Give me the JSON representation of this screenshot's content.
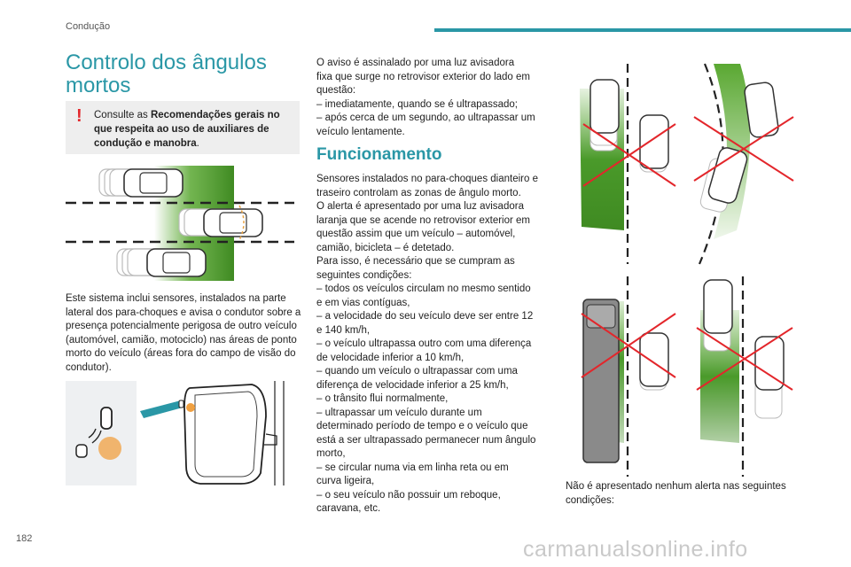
{
  "header": {
    "section": "Condução"
  },
  "page_number": "182",
  "title": "Controlo dos ângulos mortos",
  "note": {
    "prefix": "Consulte as ",
    "bold": "Recomendações gerais no que respeita ao uso de auxiliares de condução e manobra",
    "suffix": "."
  },
  "intro_paragraph": "Este sistema inclui sensores, instalados na parte lateral dos para-choques e avisa o condutor sobre a presença potencialmente perigosa de outro veículo (automóvel, camião, motociclo) nas áreas de ponto morto do veículo (áreas fora do campo de visão do condutor).",
  "warning_lines": [
    "O aviso é assinalado por uma luz avisadora",
    "fixa que surge no retrovisor exterior do lado em",
    "questão:",
    "–  imediatamente, quando se é ultrapassado;",
    "–  após cerca de um segundo, ao ultrapassar um",
    "veículo lentamente."
  ],
  "operation_heading": "Funcionamento",
  "operation_lines": [
    "Sensores instalados no para-choques dianteiro e",
    "traseiro controlam as zonas de ângulo morto.",
    "O alerta é apresentado por uma luz avisadora",
    "laranja que se acende no retrovisor exterior em",
    "questão assim que um veículo – automóvel,",
    "camião, bicicleta – é detetado.",
    "Para isso, é necessário que se cumpram as",
    "seguintes condições:",
    "–  todos os veículos circulam no mesmo sentido",
    "e em vias contíguas,",
    "–  a velocidade do seu veículo deve ser entre 12",
    "e 140 km/h,",
    "–  o veículo ultrapassa outro com uma diferença",
    "de velocidade inferior a 10 km/h,",
    "–  quando um veículo o ultrapassar com uma",
    "diferença de velocidade inferior a 25 km/h,",
    "–  o trânsito flui normalmente,",
    "–  ultrapassar um veículo durante um",
    "determinado período de tempo e o veículo que",
    "está a ser ultrapassado permanecer num ângulo",
    "morto,",
    "–  se circular numa via em linha reta ou em",
    "curva ligeira,",
    "–  o seu veículo não possuir um reboque,",
    "caravana, etc."
  ],
  "no_alert_lines": [
    "Não é apresentado nenhum alerta nas seguintes",
    "condições:"
  ],
  "watermark": "carmanualsonline.info",
  "colors": {
    "accent": "#2a97a6",
    "warning": "#e3262b",
    "zone_green": "#5aa832",
    "led_orange": "#f0a040"
  }
}
